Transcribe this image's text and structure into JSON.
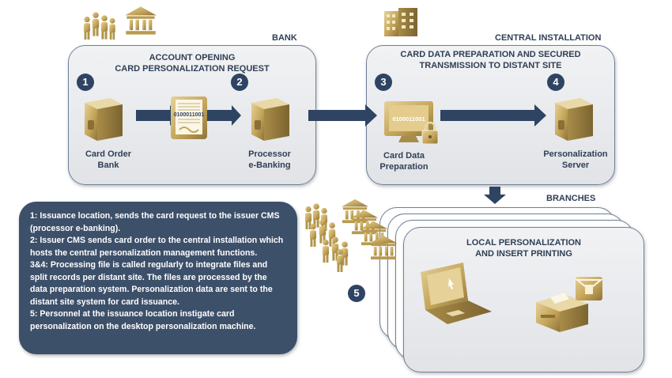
{
  "sections": {
    "bank": "BANK",
    "central": "CENTRAL INSTALLATION",
    "branches": "BRANCHES"
  },
  "bank_panel": {
    "title_line1": "ACCOUNT OPENING",
    "title_line2": "CARD PERSONALIZATION REQUEST"
  },
  "central_panel": {
    "title_line1": "CARD DATA PREPARATION AND SECURED",
    "title_line2": "TRANSMISSION TO DISTANT SITE"
  },
  "branch_panel": {
    "title_line1": "LOCAL PERSONALIZATION",
    "title_line2": "AND INSERT PRINTING"
  },
  "steps": [
    {
      "number": "1",
      "label_line1": "Card Order",
      "label_line2": "Bank"
    },
    {
      "number": "2",
      "label_line1": "Processor",
      "label_line2": "e-Banking"
    },
    {
      "number": "3",
      "label_line1": "Card Data",
      "label_line2": "Preparation"
    },
    {
      "number": "4",
      "label_line1": "Personalization",
      "label_line2": "Server"
    },
    {
      "number": "5"
    }
  ],
  "binary_text": "0100011001",
  "monitor_binary": "0100011001",
  "notes": [
    "1: Issuance location, sends the card request to the issuer CMS (processor e-banking).",
    "2: Issuer CMS sends card order to the central installation which hosts the central personalization management functions.",
    "3&4: Processing file is called regularly to integrate files and split records per distant site. The files are processed by the data preparation system. Personalization data are sent to the distant site system for card issuance.",
    "5: Personnel at the issuance location instigate card personalization on the desktop personalization machine."
  ],
  "colors": {
    "gold": "#c4a55a",
    "gold_dark": "#9c8242",
    "arrow": "#2e4462",
    "notes_bg": "#3d506a",
    "panel_border": "#6e8098"
  },
  "icons": {
    "people": "people-group-icon",
    "bank_building": "bank-building-icon",
    "office": "office-building-icon",
    "server": "server-icon",
    "document": "binary-document-icon",
    "monitor": "secure-monitor-icon",
    "laptop": "laptop-icon",
    "printer": "card-printer-icon"
  }
}
